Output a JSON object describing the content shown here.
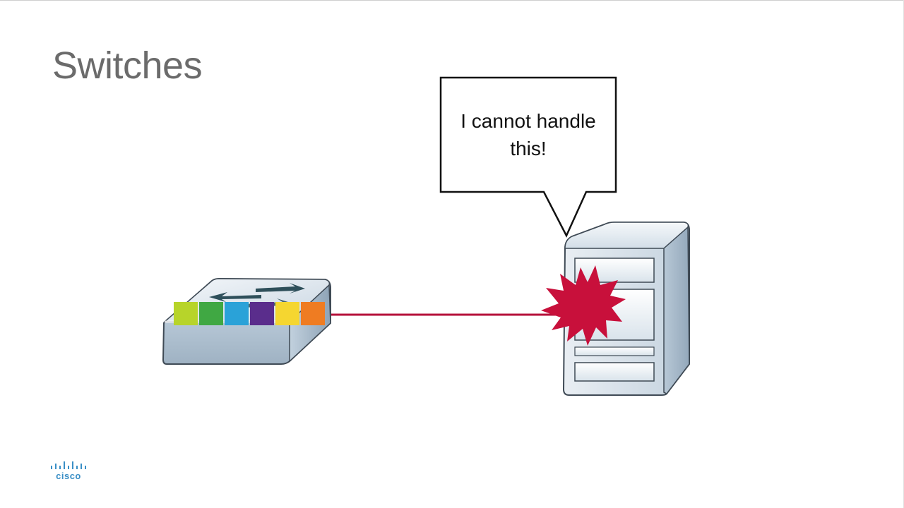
{
  "slide": {
    "title": "Switches"
  },
  "callout": {
    "text": "I cannot handle this!"
  },
  "logo": {
    "text": "cisco",
    "color": "#3a8fc6"
  },
  "switch_ports": [
    {
      "color": "#b7d42a"
    },
    {
      "color": "#40a843"
    },
    {
      "color": "#2aa2d8"
    },
    {
      "color": "#5a2d8c"
    },
    {
      "color": "#f5d630"
    },
    {
      "color": "#ef7c22"
    }
  ],
  "colors": {
    "link": "#b5103a",
    "burst": "#c8103b",
    "title": "#6b6b6b"
  },
  "icons": [
    "switch-icon",
    "server-icon",
    "collision-burst-icon",
    "cisco-logo-icon"
  ]
}
